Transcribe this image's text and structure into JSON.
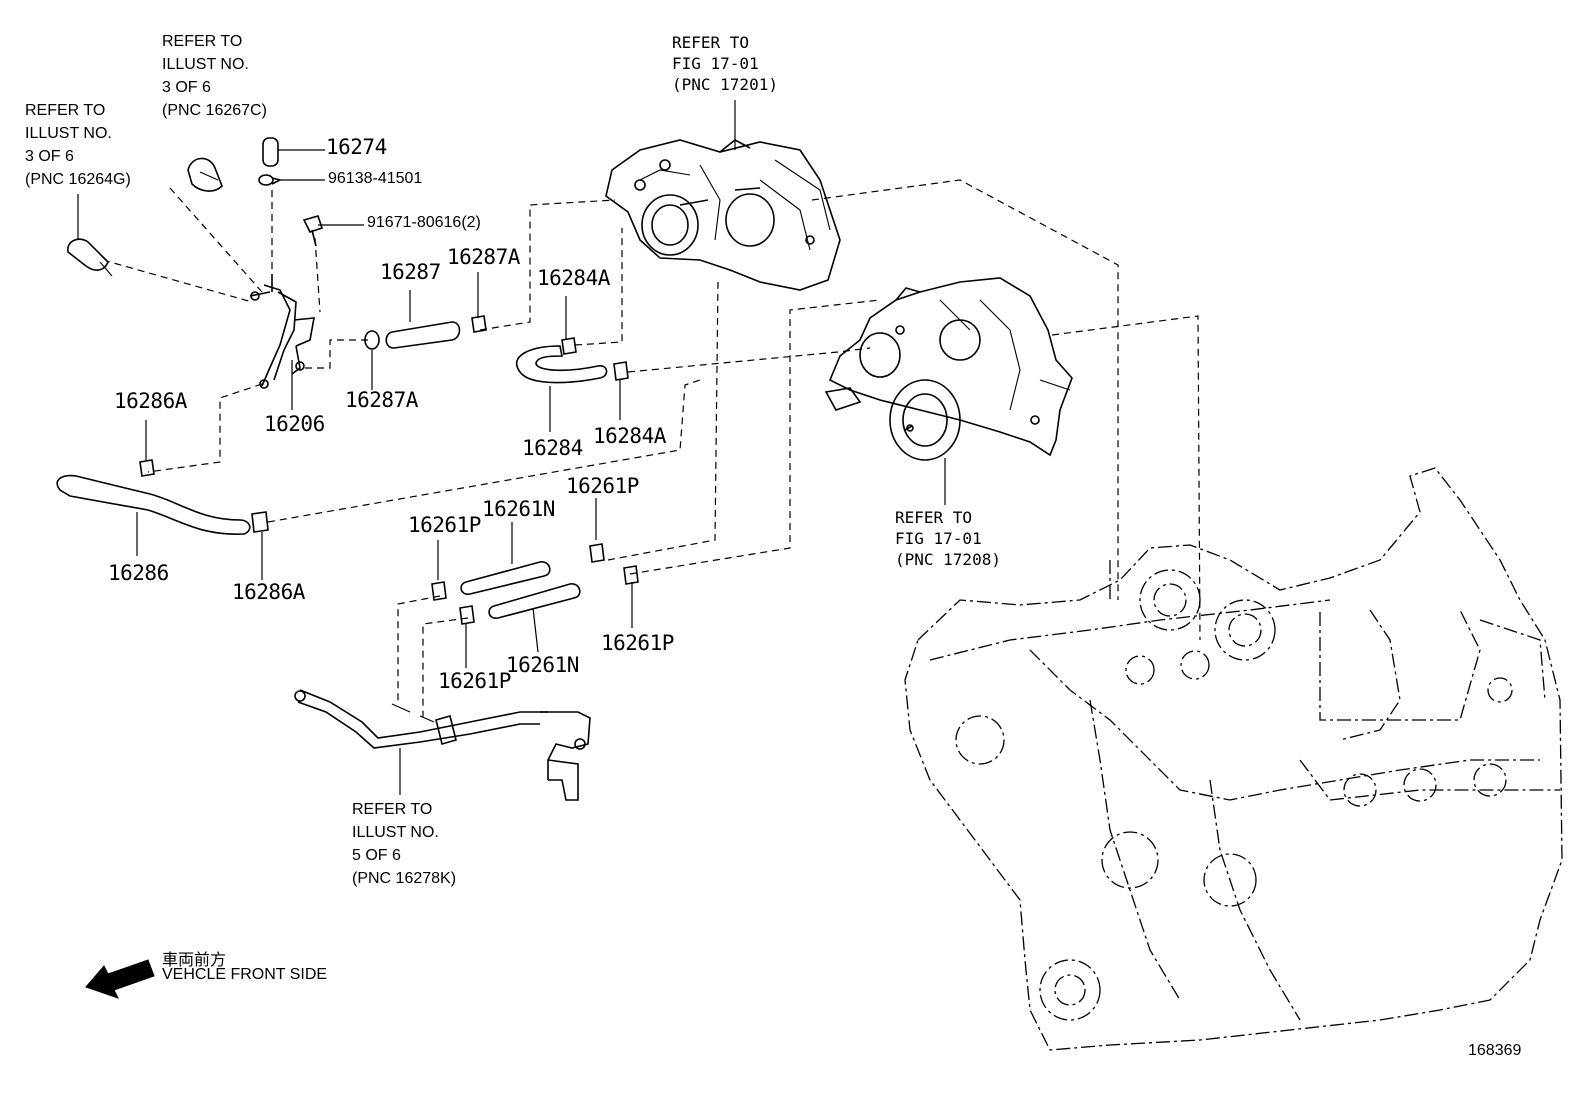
{
  "diagram_id": "168369",
  "front_side": {
    "jp": "車両前方",
    "en": "VEHCLE FRONT SIDE"
  },
  "refs": {
    "r_16267c": "REFER TO\nILLUST NO.\n3 OF 6\n(PNC 16267C)",
    "r_16264g": "REFER TO\nILLUST NO.\n3 OF 6\n(PNC 16264G)",
    "r_17201": "REFER TO\nFIG 17-01\n(PNC 17201)",
    "r_17208": "REFER TO\nFIG 17-01\n(PNC 17208)",
    "r_16278k": "REFER TO\nILLUST NO.\n5 OF 6\n(PNC 16278K)"
  },
  "parts": {
    "p16274": "16274",
    "p96138": "96138-41501",
    "p91671": "91671-80616(2)",
    "p16287": "16287",
    "p16287A_top": "16287A",
    "p16287A_bottom": "16287A",
    "p16206": "16206",
    "p16284A_top": "16284A",
    "p16284A_bottom": "16284A",
    "p16284": "16284",
    "p16286A_top": "16286A",
    "p16286": "16286",
    "p16286A_bottom": "16286A",
    "p16261P_a": "16261P",
    "p16261N_a": "16261N",
    "p16261P_b": "16261P",
    "p16261P_c": "16261P",
    "p16261N_b": "16261N",
    "p16261P_d": "16261P"
  }
}
